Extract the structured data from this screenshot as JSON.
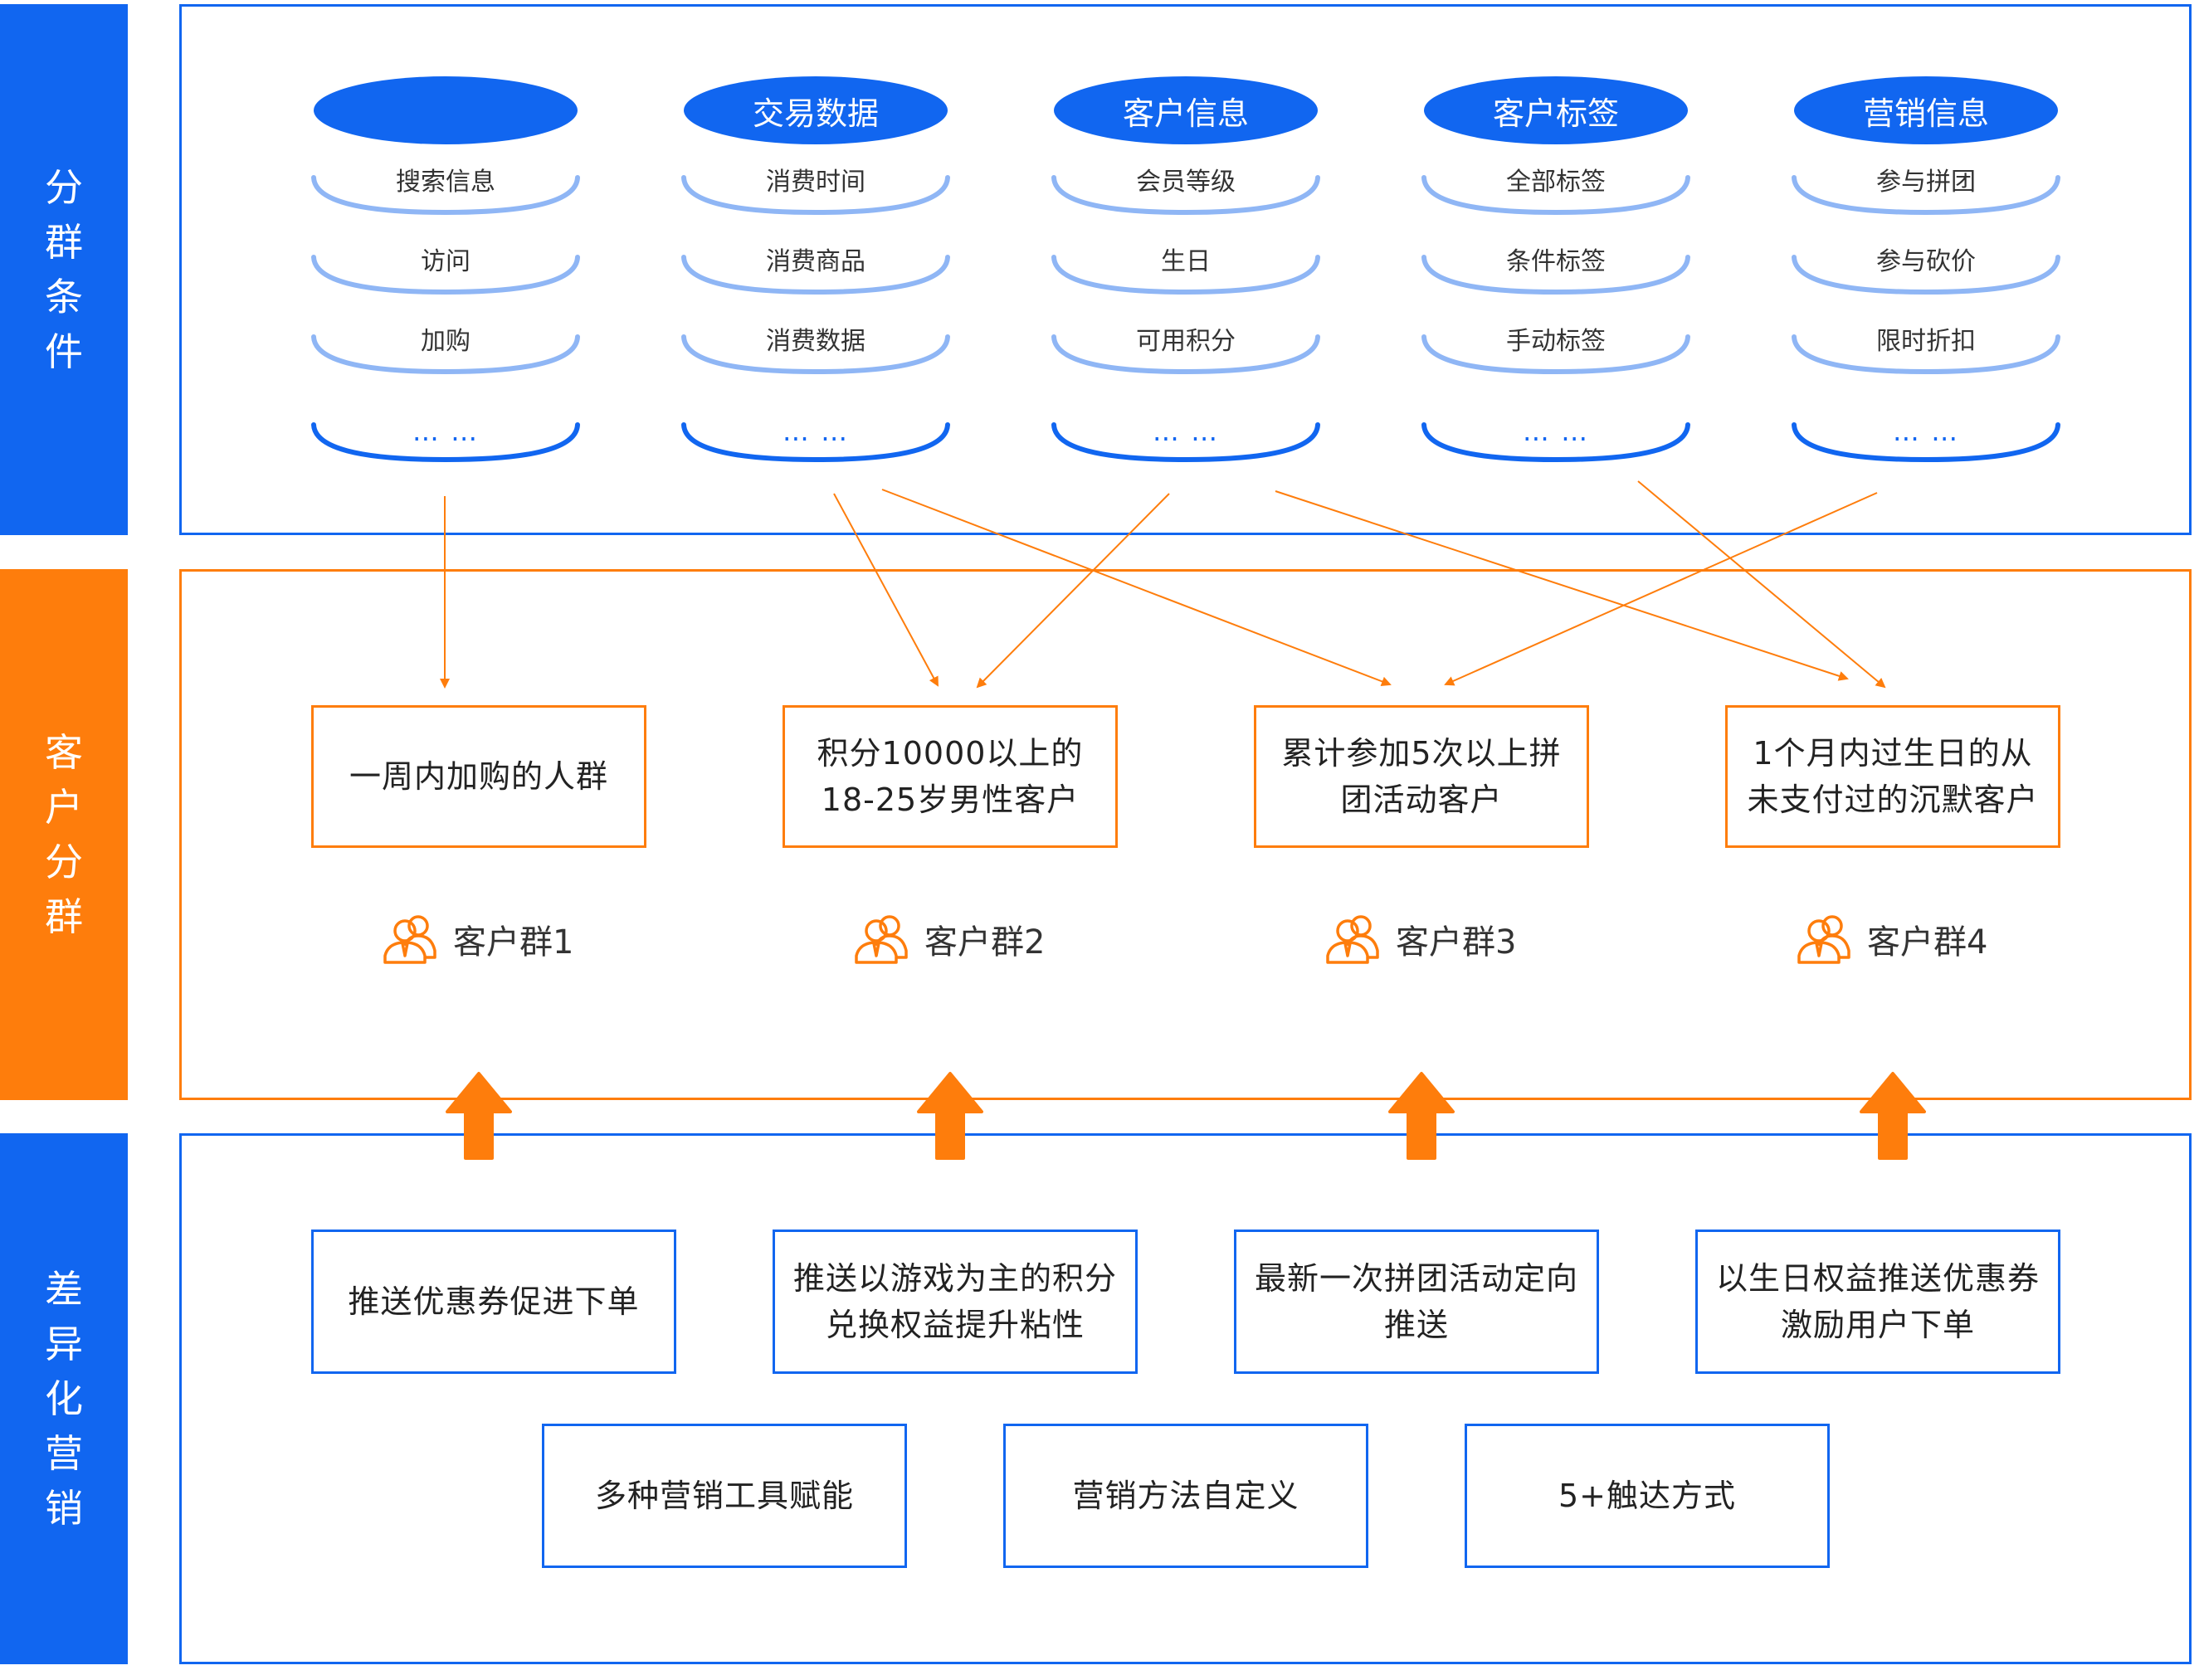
{
  "side_labels": {
    "segment_conditions": "分群条件",
    "customer_segmentation": "客户分群",
    "differentiated_marketing": "差异化营销"
  },
  "conditions": [
    {
      "head": "",
      "items": [
        "搜索信息",
        "访问",
        "加购"
      ],
      "more": "… …"
    },
    {
      "head": "交易数据",
      "items": [
        "消费时间",
        "消费商品",
        "消费数据"
      ],
      "more": "… …"
    },
    {
      "head": "客户信息",
      "items": [
        "会员等级",
        "生日",
        "可用积分"
      ],
      "more": "… …"
    },
    {
      "head": "客户标签",
      "items": [
        "全部标签",
        "条件标签",
        "手动标签"
      ],
      "more": "… …"
    },
    {
      "head": "营销信息",
      "items": [
        "参与拼团",
        "参与砍价",
        "限时折扣"
      ],
      "more": "… …"
    }
  ],
  "segments": [
    {
      "desc": "一周内加购的人群",
      "group": "客户群1"
    },
    {
      "desc": "积分10000以上的18-25岁男性客户",
      "group": "客户群2"
    },
    {
      "desc": "累计参加5次以上拼团活动客户",
      "group": "客户群3"
    },
    {
      "desc": "1个月内过生日的从未支付过的沉默客户",
      "group": "客户群4"
    }
  ],
  "marketing": {
    "actions": [
      "推送优惠券促进下单",
      "推送以游戏为主的积分兑换权益提升粘性",
      "最新一次拼团活动定向推送",
      "以生日权益推送优惠券激励用户下单"
    ],
    "capabilities": [
      "多种营销工具赋能",
      "营销方法自定义",
      "5+触达方式"
    ]
  },
  "colors": {
    "blue": "#1166f0",
    "light_blue": "#8fb6f5",
    "orange": "#fe7d0c"
  },
  "icons": {
    "group": "users-icon",
    "arrow": "arrow-up-icon"
  }
}
